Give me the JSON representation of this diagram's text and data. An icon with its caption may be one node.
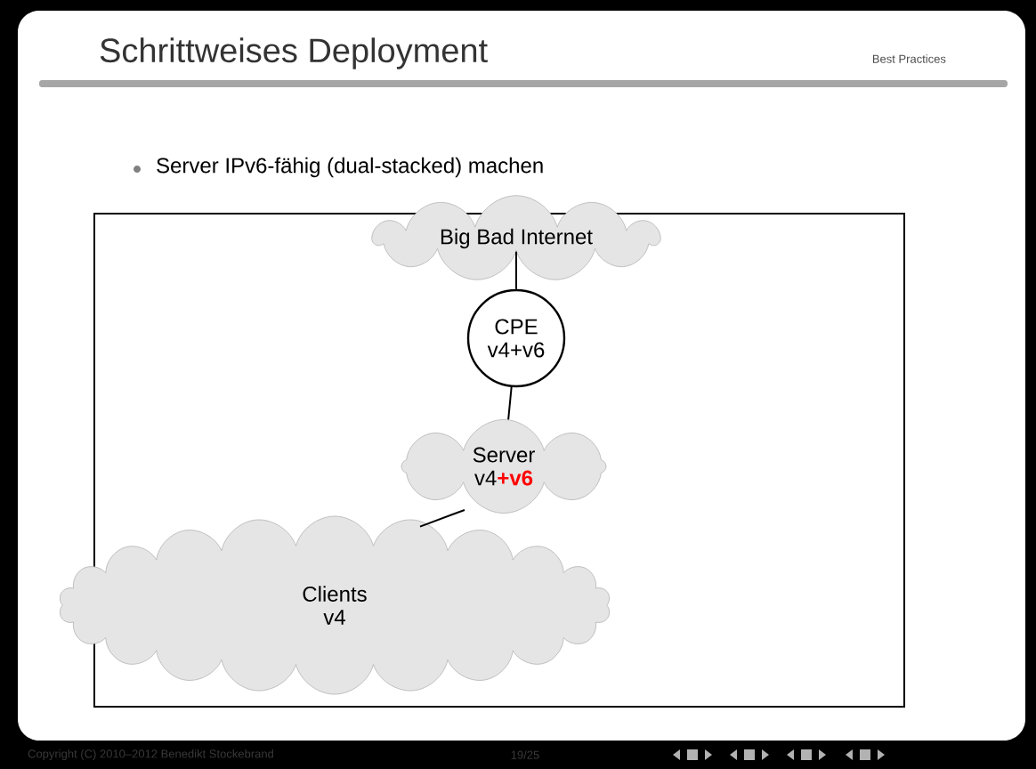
{
  "diagram": {
    "title": "Schrittweises Deployment",
    "nodes": [
      {
        "text": [
          "Big Bad Internet"
        ]
      },
      {
        "text": [
          "CPE",
          "v4+v6"
        ]
      },
      {
        "text": [
          "Server",
          "v4",
          "+v6"
        ]
      },
      {
        "text": [
          "Clients",
          "v4"
        ]
      }
    ],
    "edges": [
      {
        "from": 0,
        "to": 1,
        "arrow": "none"
      },
      {
        "from": 1,
        "to": 2,
        "arrow": "none"
      },
      {
        "from": 2,
        "to": 3,
        "arrow": "none"
      }
    ],
    "labels": [
      "Best Practices",
      "Server IPv6-fähig (dual-stacked) machen",
      "Copyright (C) 2010–2012 Benedikt Stockebrand",
      "19/25"
    ]
  }
}
